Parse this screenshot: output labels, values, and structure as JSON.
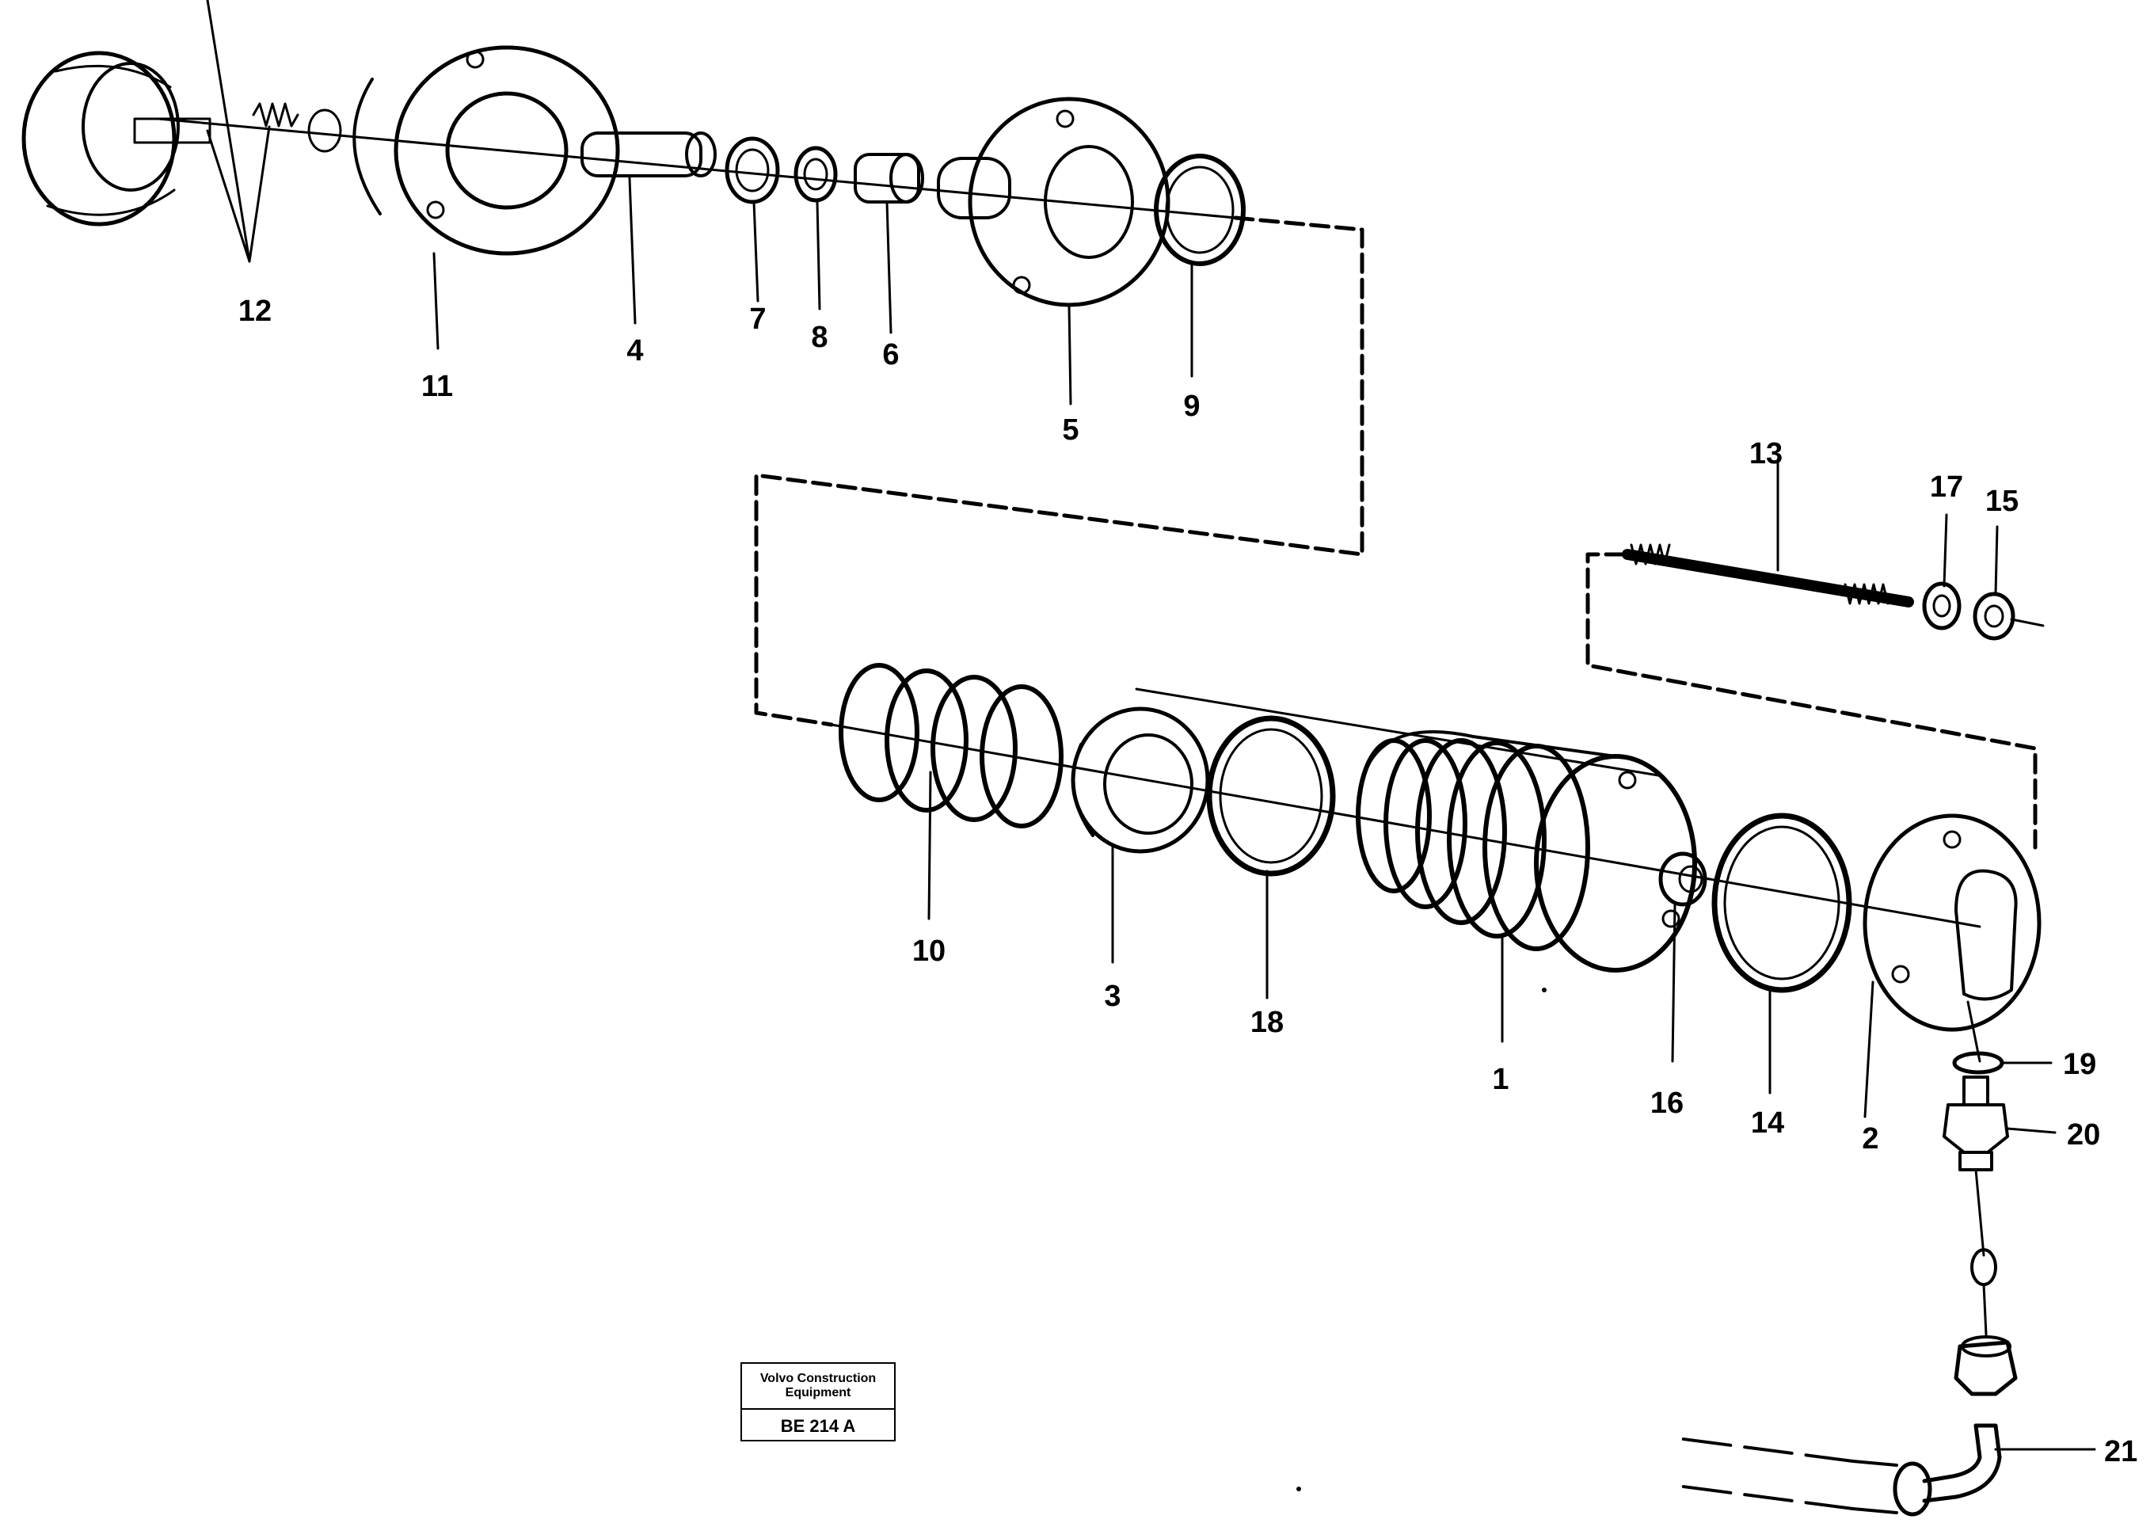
{
  "callouts": [
    "12",
    "11",
    "4",
    "7",
    "8",
    "6",
    "5",
    "9",
    "13",
    "17",
    "15",
    "10",
    "3",
    "18",
    "1",
    "16",
    "14",
    "2",
    "19",
    "20",
    "21"
  ],
  "stamp": {
    "line1": "Volvo Construction",
    "line2": "Equipment",
    "code": "BE 214 A"
  }
}
